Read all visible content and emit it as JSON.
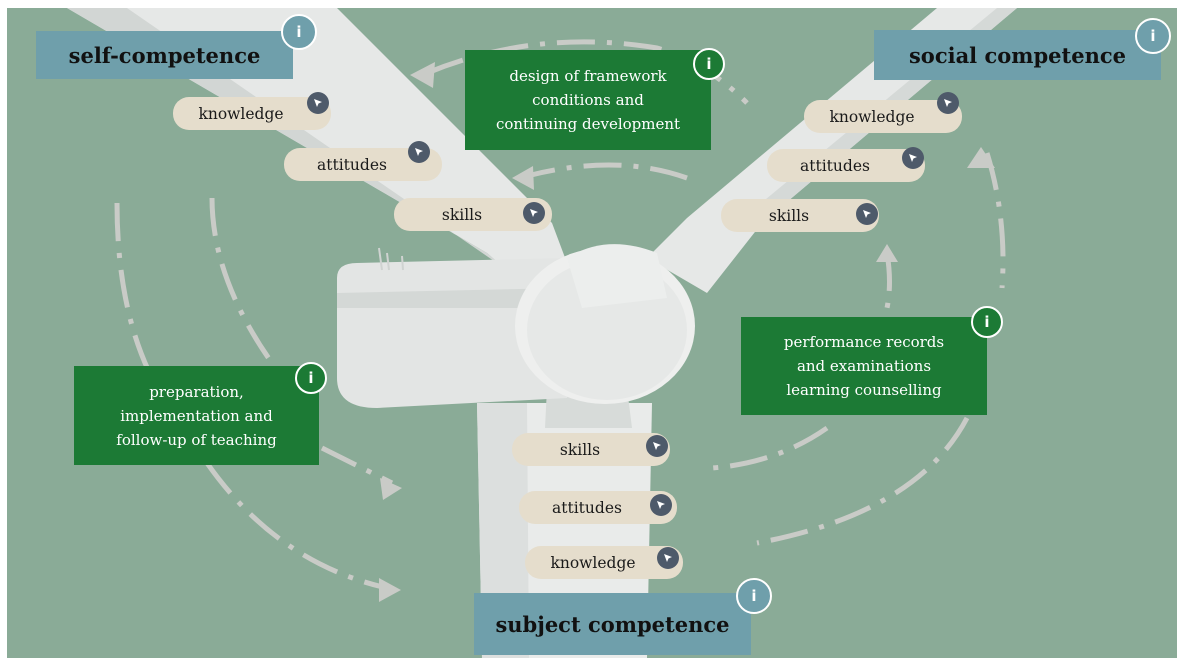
{
  "headings": {
    "self": "self-competence",
    "social": "social competence",
    "subject": "subject competence"
  },
  "processes": {
    "framework": [
      "design of framework",
      "conditions and",
      "continuing development"
    ],
    "teaching": [
      "preparation,",
      "implementation and",
      "follow-up of teaching"
    ],
    "performance": [
      "performance records",
      "and examinations",
      "learning counselling"
    ]
  },
  "self_items": [
    "knowledge",
    "attitudes",
    "skills"
  ],
  "social_items": [
    "knowledge",
    "attitudes",
    "skills"
  ],
  "subject_items": [
    "skills",
    "attitudes",
    "knowledge"
  ],
  "icons": {
    "info": "i",
    "cursor": "cursor-arrow-icon"
  },
  "colors": {
    "background": "#8aab97",
    "heading": "#6f9fab",
    "process": "#1c7a35",
    "pill": "#e5ddcc",
    "cursor_badge": "#4e5a6a"
  }
}
